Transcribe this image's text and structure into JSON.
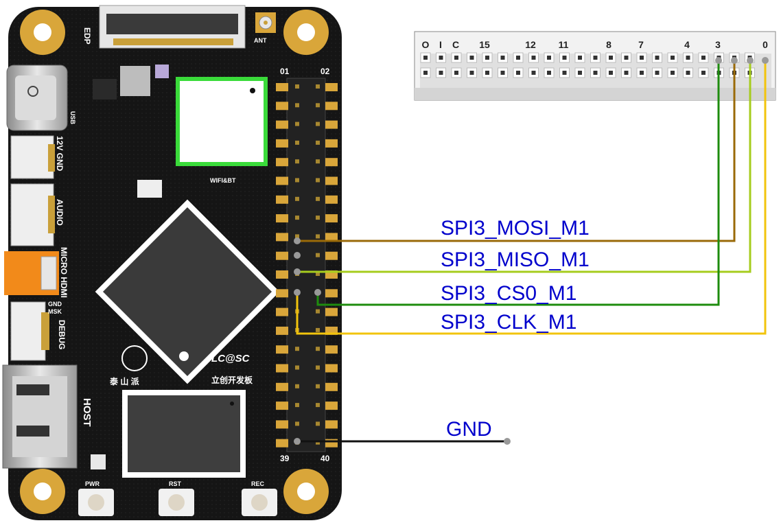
{
  "board": {
    "labels": {
      "edp": "EDP",
      "ant": "ANT",
      "usb": "USB",
      "power": "12V GND",
      "audio": "AUDIO",
      "hdmi": "MICRO HDMI",
      "debug": "DEBUG",
      "gnd": "GND",
      "msk": "MSK",
      "host": "HOST",
      "wifi": "WIFI&BT",
      "brand_cn": "泰 山 派",
      "lcsc": "LC@SC",
      "lcsc_cn": "立创开发板",
      "pwr": "PWR",
      "rst": "RST",
      "rec": "REC",
      "pin_01": "01",
      "pin_02": "02",
      "pin_39": "39",
      "pin_40": "40"
    }
  },
  "analyzer": {
    "channel_labels": [
      "O",
      "I",
      "C",
      "15",
      "12",
      "11",
      "8",
      "7",
      "4",
      "3",
      "0"
    ]
  },
  "signals": [
    {
      "name": "SPI3_MOSI_M1",
      "color": "#9a6a08"
    },
    {
      "name": "SPI3_MISO_M1",
      "color": "#a6cc1e"
    },
    {
      "name": "SPI3_CS0_M1",
      "color": "#1e8c0e"
    },
    {
      "name": "SPI3_CLK_M1",
      "color": "#f2c40c"
    },
    {
      "name": "GND",
      "color": "#111111"
    }
  ]
}
